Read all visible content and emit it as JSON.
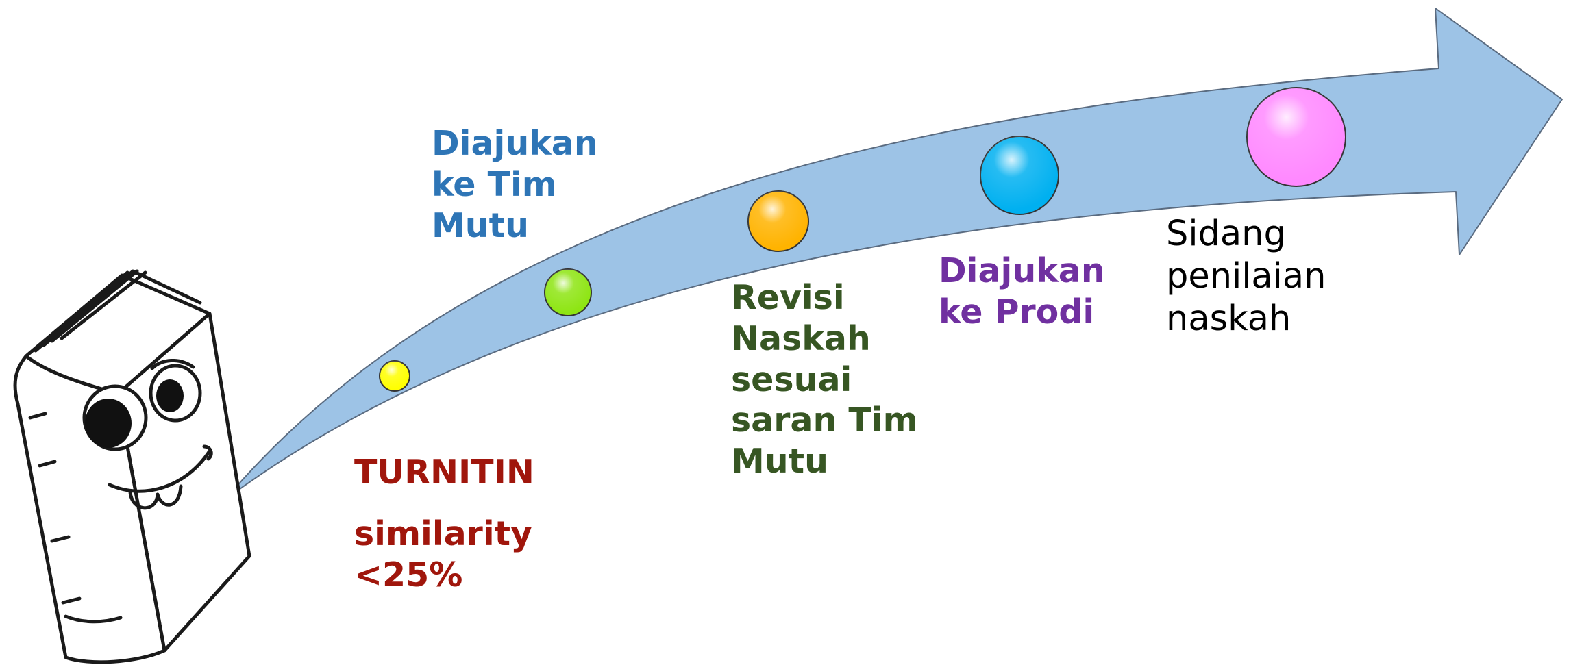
{
  "arrow": {
    "fill": "#9dc3e6",
    "stroke": "#5a6b80"
  },
  "milestones": [
    {
      "name": "yellow",
      "color": "#ffff00"
    },
    {
      "name": "green",
      "color": "#8ee513"
    },
    {
      "name": "orange",
      "color": "#ffb300"
    },
    {
      "name": "blue",
      "color": "#00b0f0"
    },
    {
      "name": "pink",
      "color": "#ff89ff"
    }
  ],
  "steps": {
    "turnitin": {
      "title": "TURNITIN",
      "detail_1": "similarity",
      "detail_2": "<25%",
      "color": "#a0160c"
    },
    "tim_mutu": {
      "line_1": "Diajukan",
      "line_2": "ke Tim",
      "line_3": "Mutu",
      "color": "#2e75b6"
    },
    "revisi": {
      "line_1": "Revisi",
      "line_2": "Naskah",
      "line_3": "sesuai",
      "line_4": "saran Tim",
      "line_5": "Mutu",
      "color": "#375623"
    },
    "prodi": {
      "line_1": "Diajukan",
      "line_2": "ke Prodi",
      "color": "#7030a0"
    },
    "sidang": {
      "line_1": "Sidang",
      "line_2": "penilaian",
      "line_3": "naskah",
      "color": "#000000"
    }
  }
}
